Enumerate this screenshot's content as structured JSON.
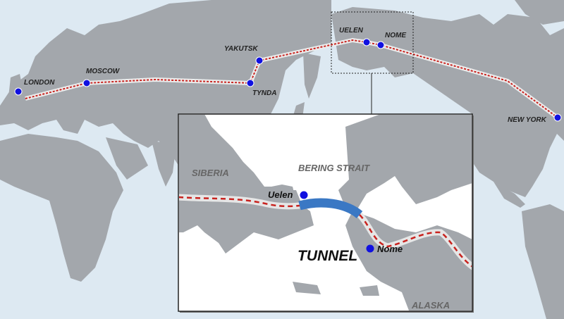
{
  "colors": {
    "sea": "#dde9f2",
    "land": "#a3a7ac",
    "inset_sea": "#ffffff",
    "route_dash": "#c8221e",
    "route_casing": "#e9e9e9",
    "city_dot": "#1010e0",
    "tunnel": "#3a78c4"
  },
  "world_map": {
    "cities": [
      {
        "name": "LONDON"
      },
      {
        "name": "MOSCOW"
      },
      {
        "name": "TYNDA"
      },
      {
        "name": "YAKUTSK"
      },
      {
        "name": "UELEN"
      },
      {
        "name": "NOME"
      },
      {
        "name": "NEW YORK"
      }
    ]
  },
  "inset": {
    "regions": {
      "siberia": "SIBERIA",
      "bering": "BERING STRAIT",
      "alaska": "ALASKA"
    },
    "cities": [
      {
        "name": "Uelen"
      },
      {
        "name": "Nome"
      }
    ],
    "tunnel_label": "TUNNEL"
  }
}
